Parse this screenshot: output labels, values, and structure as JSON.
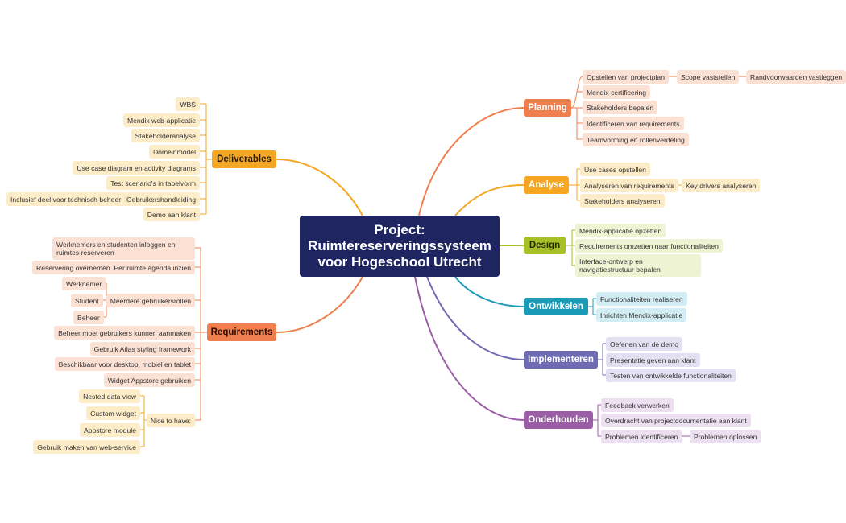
{
  "root": {
    "title": "Project:\nRuimtereserveringssysteem\nvoor Hogeschool Utrecht"
  },
  "colors": {
    "planning": "#f07f50",
    "analyse": "#f5a623",
    "design": "#a7c027",
    "ontwikkelen": "#1b9ab7",
    "implementeren": "#6f6bb3",
    "onderhouden": "#9b5da6",
    "deliverables": "#f5a623",
    "requirements": "#f07f50"
  },
  "branches": {
    "planning": "Planning",
    "analyse": "Analyse",
    "design": "Design",
    "ontwikkelen": "Ontwikkelen",
    "implementeren": "Implementeren",
    "onderhouden": "Onderhouden",
    "deliverables": "Deliverables",
    "requirements": "Requirements"
  },
  "planning": {
    "items": [
      "Opstellen van projectplan",
      "Mendix certificering",
      "Stakeholders bepalen",
      "Identificeren van requirements",
      "Teamvorming en rollenverdeling"
    ],
    "scope": "Scope vaststellen",
    "randvoorwaarden": "Randvoorwaarden vastleggen"
  },
  "analyse": {
    "items": [
      "Use cases opstellen",
      "Analyseren van requirements",
      "Stakeholders analyseren"
    ],
    "keydrivers": "Key drivers analyseren"
  },
  "design": {
    "items": [
      "Mendix-applicatie opzetten",
      "Requirements omzetten naar functionaliteiten",
      "Interface-ontwerp en navigatiestructuur bepalen"
    ]
  },
  "ontwikkelen": {
    "items": [
      "Functionaliteiten realiseren",
      "Inrichten Mendix-applicatie"
    ]
  },
  "implementeren": {
    "items": [
      "Oefenen van de demo",
      "Presentatie geven aan klant",
      "Testen van ontwikkelde functionaliteiten"
    ]
  },
  "onderhouden": {
    "items": [
      "Feedback verwerken",
      "Overdracht van projectdocumentatie aan klant",
      "Problemen identificeren"
    ],
    "oplossen": "Problemen oplossen"
  },
  "deliverables": {
    "items": [
      "WBS",
      "Mendix web-applicatie",
      "Stakeholderanalyse",
      "Domeinmodel",
      "Use case diagram en activity diagrams",
      "Test scenario's in tabelvorm",
      "Gebruikershandleiding",
      "Demo aan klant"
    ],
    "technisch": "Inclusief deel voor technisch beheer"
  },
  "requirements": {
    "items": [
      "Werknemers en studenten inloggen en ruimtes reserveren",
      "Per ruimte agenda inzien",
      "Meerdere gebruikersrollen",
      "Beheer moet gebruikers kunnen aanmaken",
      "Gebruik Atlas styling framework",
      "Beschikbaar voor desktop, mobiel en tablet",
      "Widget Appstore gebruiken",
      "Nice to have:"
    ],
    "overnemen": "Reservering overnemen",
    "rollen": [
      "Werknemer",
      "Student",
      "Beheer"
    ],
    "nice": [
      "Nested data view",
      "Custom widget",
      "Appstore module",
      "Gebruik maken van web-service"
    ]
  }
}
